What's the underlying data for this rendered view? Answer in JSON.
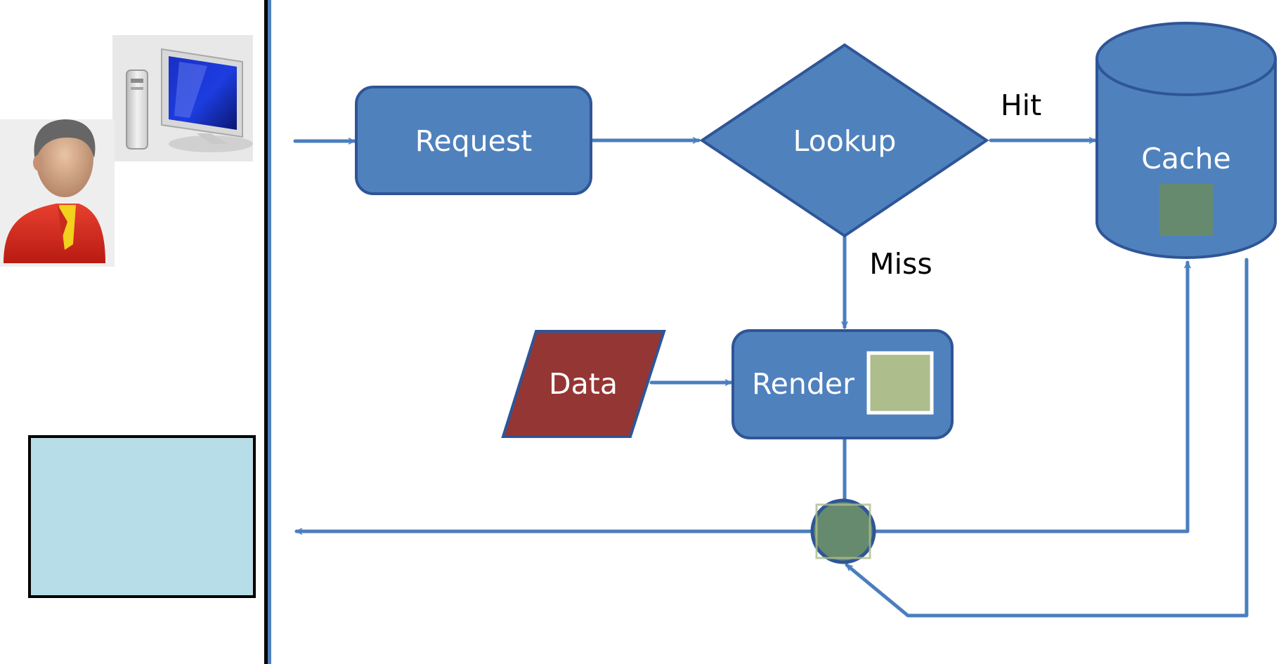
{
  "nodes": {
    "request": {
      "label": "Request"
    },
    "lookup": {
      "label": "Lookup"
    },
    "cache": {
      "label": "Cache"
    },
    "data": {
      "label": "Data"
    },
    "render": {
      "label": "Render"
    }
  },
  "edges": {
    "hit": {
      "label": "Hit"
    },
    "miss": {
      "label": "Miss"
    }
  },
  "colors": {
    "node_fill": "#4f81bd",
    "node_stroke": "#2f5597",
    "arrow": "#4a7ebf",
    "data_fill": "#943634",
    "fragment_light": "#adbd8b",
    "fragment_dark": "#668a6e",
    "client_box": "#b7dde8",
    "divider": "#000000"
  },
  "icons": {
    "user": "user-avatar-icon",
    "computer": "desktop-computer-icon"
  }
}
